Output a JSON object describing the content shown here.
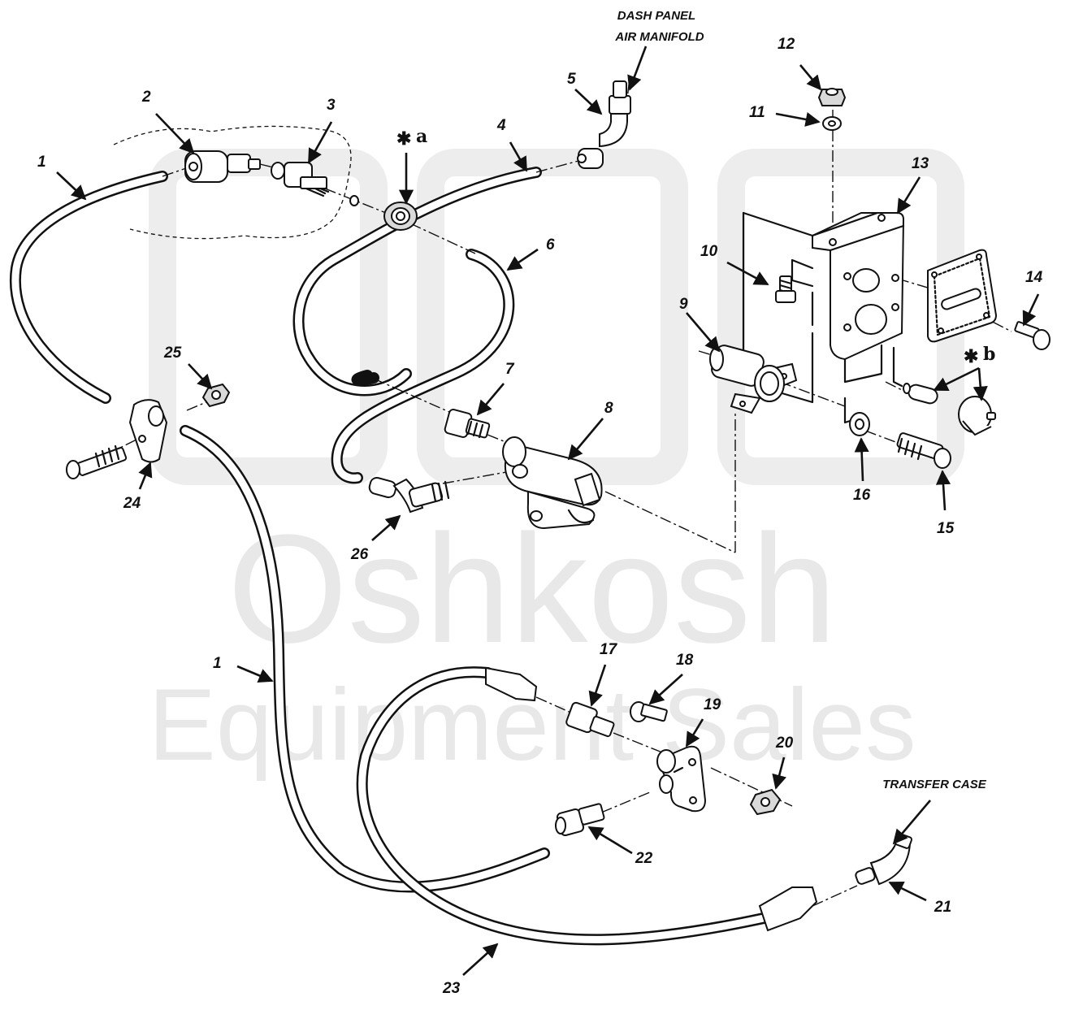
{
  "watermark": {
    "line1": "Oshkosh",
    "line2": "Equipment Sales"
  },
  "notes": {
    "dash_panel": "DASH PANEL",
    "air_manifold": "AIR MANIFOLD",
    "transfer_case": "TRANSFER CASE"
  },
  "flags": {
    "a": {
      "star": "✱",
      "letter": "a"
    },
    "b": {
      "star": "✱",
      "letter": "b"
    }
  },
  "callouts": {
    "c1a": "1",
    "c1b": "1",
    "c2": "2",
    "c3": "3",
    "c4": "4",
    "c5": "5",
    "c6": "6",
    "c7": "7",
    "c8": "8",
    "c9": "9",
    "c10": "10",
    "c11": "11",
    "c12": "12",
    "c13": "13",
    "c14": "14",
    "c15": "15",
    "c16": "16",
    "c17": "17",
    "c18": "18",
    "c19": "19",
    "c20": "20",
    "c21": "21",
    "c22": "22",
    "c23": "23",
    "c24": "24",
    "c25": "25",
    "c26": "26"
  }
}
